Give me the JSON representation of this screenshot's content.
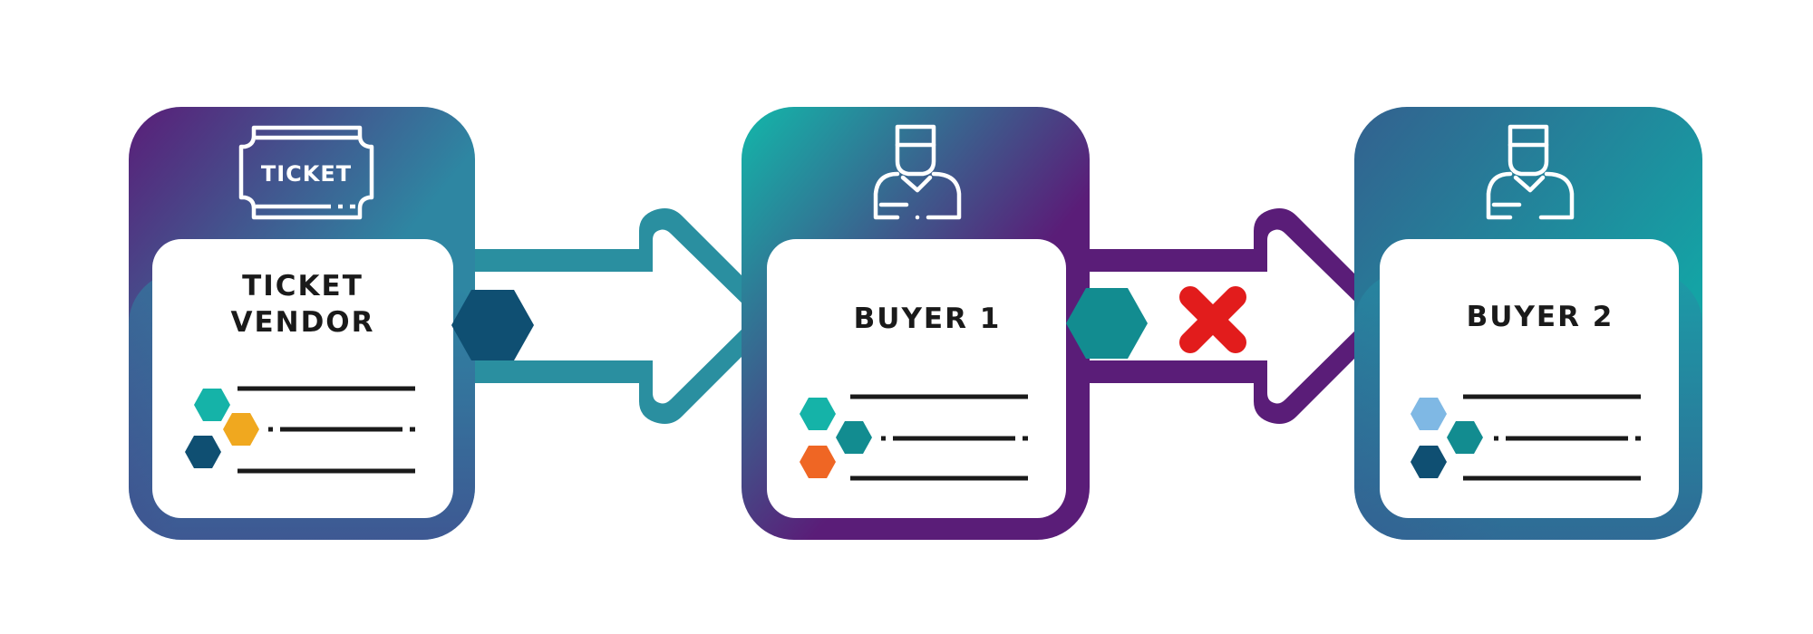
{
  "colors": {
    "purple": "#5a1d78",
    "teal": "#15b3a8",
    "blue": "#2c7a9c",
    "navy": "#0f4f72",
    "dark_teal": "#128c90",
    "yellow": "#f0a81f",
    "orange": "#ef6624",
    "light_blue": "#7fb8e4",
    "red": "#e21c1c",
    "line": "#1a1a1a"
  },
  "nodes": [
    {
      "id": "vendor",
      "icon": "ticket-icon",
      "icon_text": "TICKET",
      "label_lines": [
        "TICKET",
        "VENDOR"
      ]
    },
    {
      "id": "buyer1",
      "icon": "person-icon",
      "label_lines": [
        "BUYER 1"
      ]
    },
    {
      "id": "buyer2",
      "icon": "person-icon",
      "label_lines": [
        "BUYER 2"
      ]
    }
  ],
  "transfers": [
    {
      "from": "vendor",
      "to": "buyer1",
      "token": "navy-hexagon",
      "status": "allowed"
    },
    {
      "from": "buyer1",
      "to": "buyer2",
      "token": "teal-hexagon",
      "status": "blocked",
      "status_icon": "red-x-icon"
    }
  ]
}
